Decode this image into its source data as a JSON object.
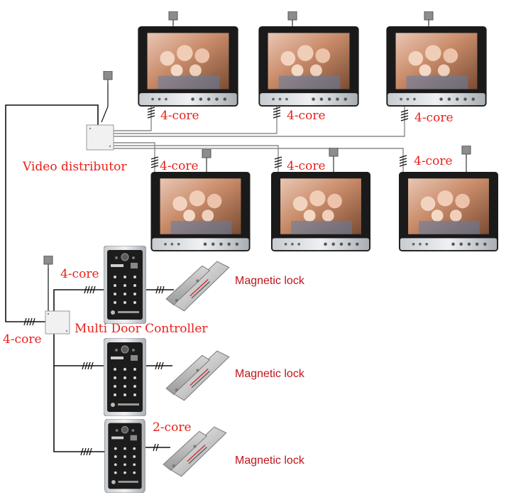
{
  "labels": {
    "video_distributor": "Video distributor",
    "multi_door_controller": "Multi Door Controller",
    "magnetic_lock_1": "Magnetic lock",
    "magnetic_lock_2": "Magnetic lock",
    "magnetic_lock_3": "Magnetic lock",
    "core_monitor_1": "4-core",
    "core_monitor_2": "4-core",
    "core_monitor_3": "4-core",
    "core_monitor_4": "4-core",
    "core_monitor_5": "4-core",
    "core_monitor_6": "4-core",
    "core_door_panel_1": "4-core",
    "core_controller": "4-core",
    "core_lock_3": "2-core"
  },
  "colors": {
    "label_red": "#e8201a",
    "lock_red": "#c0141b",
    "wire_black": "#111111",
    "wire_grey": "#888888"
  },
  "devices": {
    "monitor_count": 6,
    "door_panel_count": 3,
    "magnetic_lock_count": 3
  }
}
